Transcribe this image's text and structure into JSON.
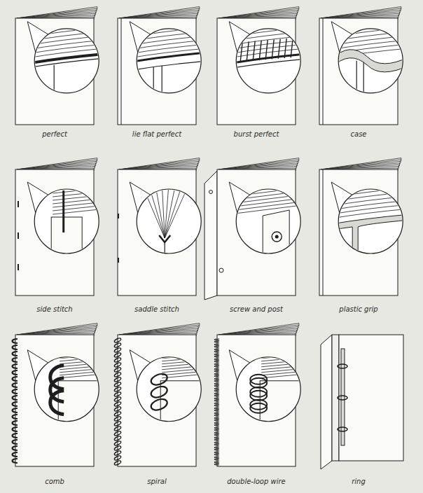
{
  "diagram": {
    "labels": [
      "perfect",
      "lie flat perfect",
      "burst perfect",
      "case",
      "side stitch",
      "saddle stitch",
      "screw and post",
      "plastic grip",
      "comb",
      "spiral",
      "double-loop wire",
      "ring"
    ]
  }
}
